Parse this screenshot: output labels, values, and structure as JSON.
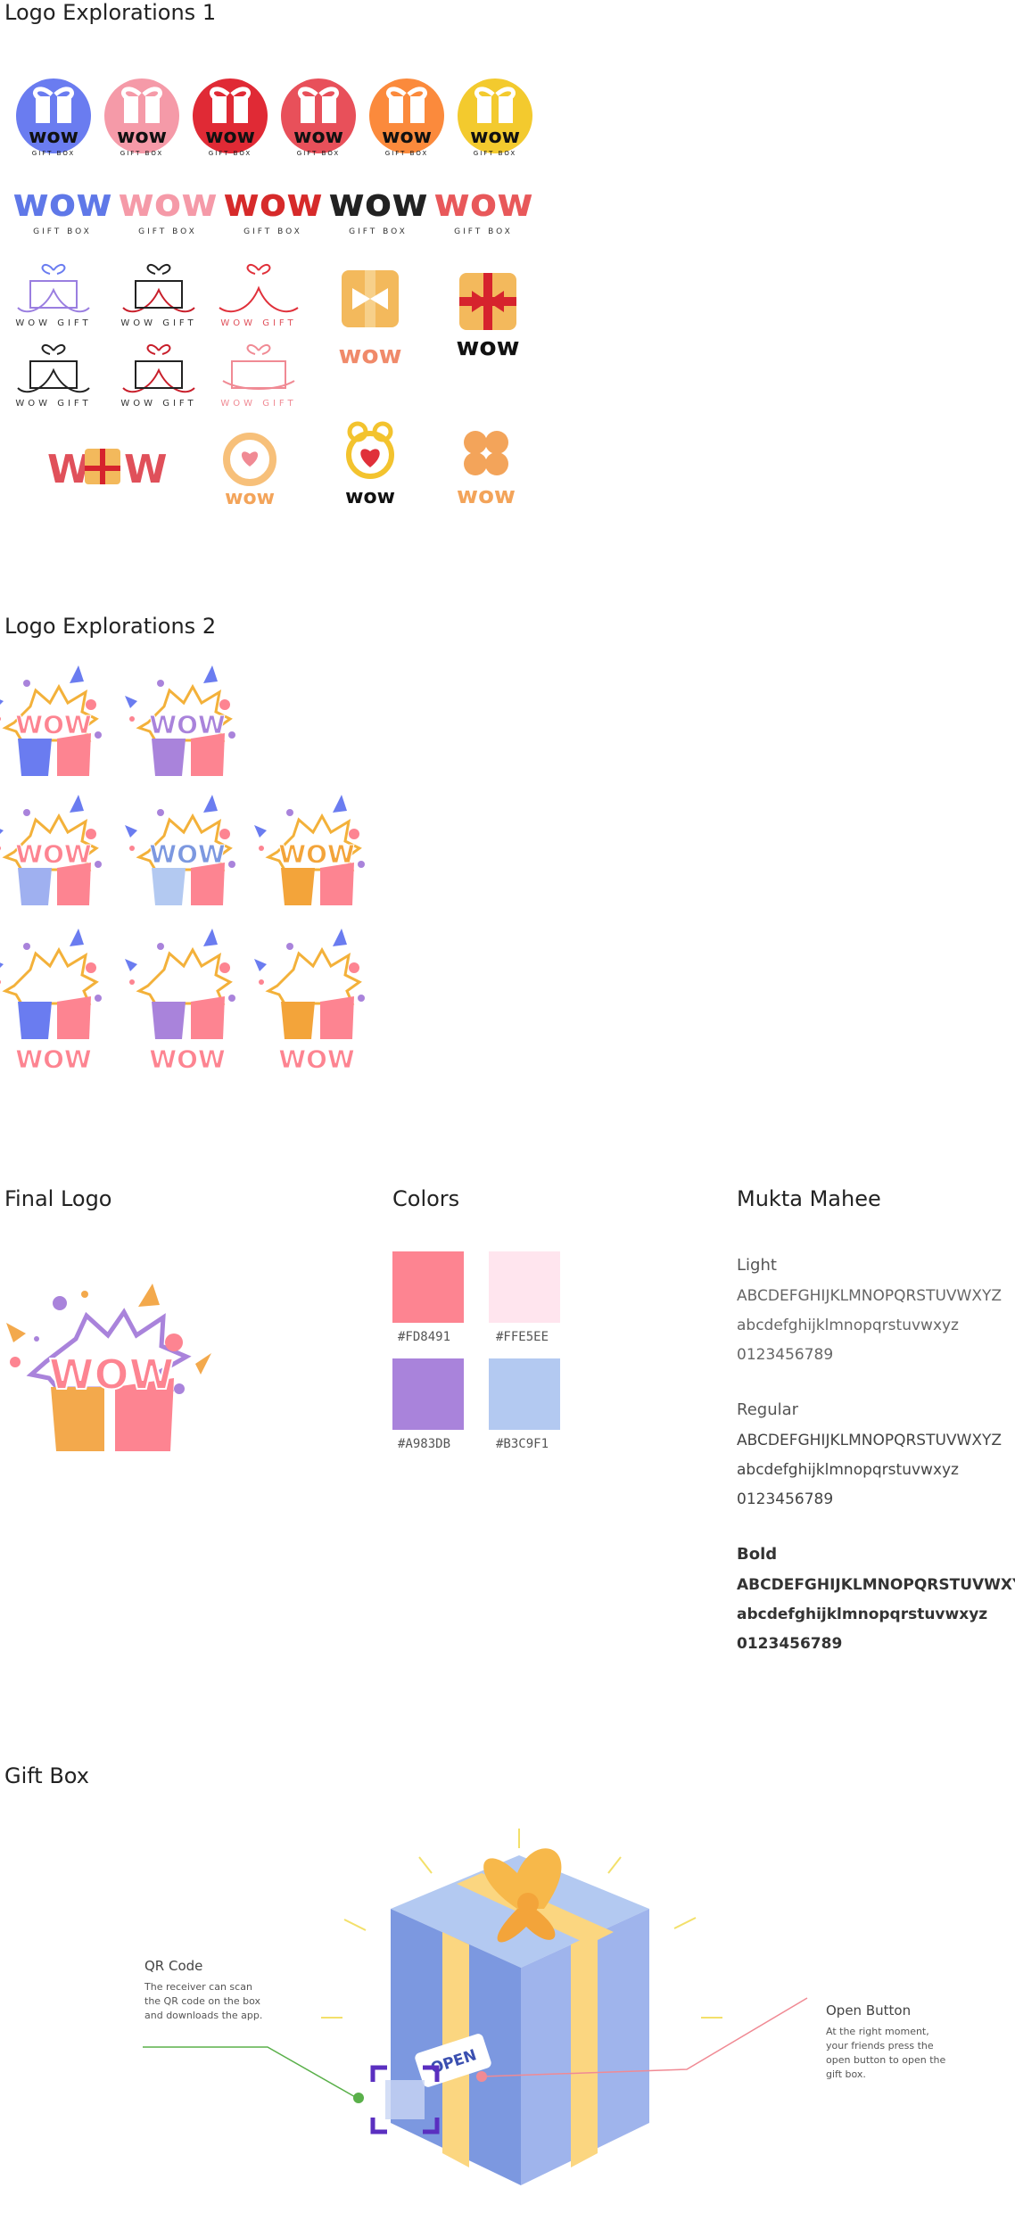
{
  "sections": {
    "logo1": "Logo Explorations 1",
    "logo2": "Logo Explorations 2",
    "final": "Final Logo",
    "colors": "Colors",
    "font": "Mukta Mahee",
    "giftbox": "Gift Box"
  },
  "logo_text": {
    "wow": "WOW",
    "wow_lower": "wow",
    "gift_box": "GIFT BOX",
    "wow_gift": "WOW GIFT"
  },
  "circle_logo_colors": [
    "#6a7cf0",
    "#f59aa8",
    "#e02a35",
    "#e8505a",
    "#fb8a3c",
    "#f3ca2e"
  ],
  "wordmark_colors": [
    "#5f78e8",
    "#f59aa8",
    "#d62a2a",
    "#222222",
    "#e8585a"
  ],
  "colors": [
    {
      "hex": "#FD8491",
      "label": "#FD8491"
    },
    {
      "hex": "#FFE5EE",
      "label": "#FFE5EE"
    },
    {
      "hex": "#A983DB",
      "label": "#A983DB"
    },
    {
      "hex": "#B3C9F1",
      "label": "#B3C9F1"
    }
  ],
  "typography": [
    {
      "weight": "Light",
      "upper": "ABCDEFGHIJKLMNOPQRSTUVWXYZ",
      "lower": "abcdefghijklmnopqrstuvwxyz",
      "digits": "0123456789"
    },
    {
      "weight": "Regular",
      "upper": "ABCDEFGHIJKLMNOPQRSTUVWXYZ",
      "lower": "abcdefghijklmnopqrstuvwxyz",
      "digits": "0123456789"
    },
    {
      "weight": "Bold",
      "upper": "ABCDEFGHIJKLMNOPQRSTUVWXYZ",
      "lower": "abcdefghijklmnopqrstuvwxyz",
      "digits": "0123456789"
    }
  ],
  "giftbox": {
    "qr_title": "QR Code",
    "qr_text": "The receiver can scan the QR code on the box and downloads the app.",
    "open_title": "Open Button",
    "open_text": "At the right moment, your friends press the open button to open the gift box.",
    "open_label": "OPEN"
  }
}
